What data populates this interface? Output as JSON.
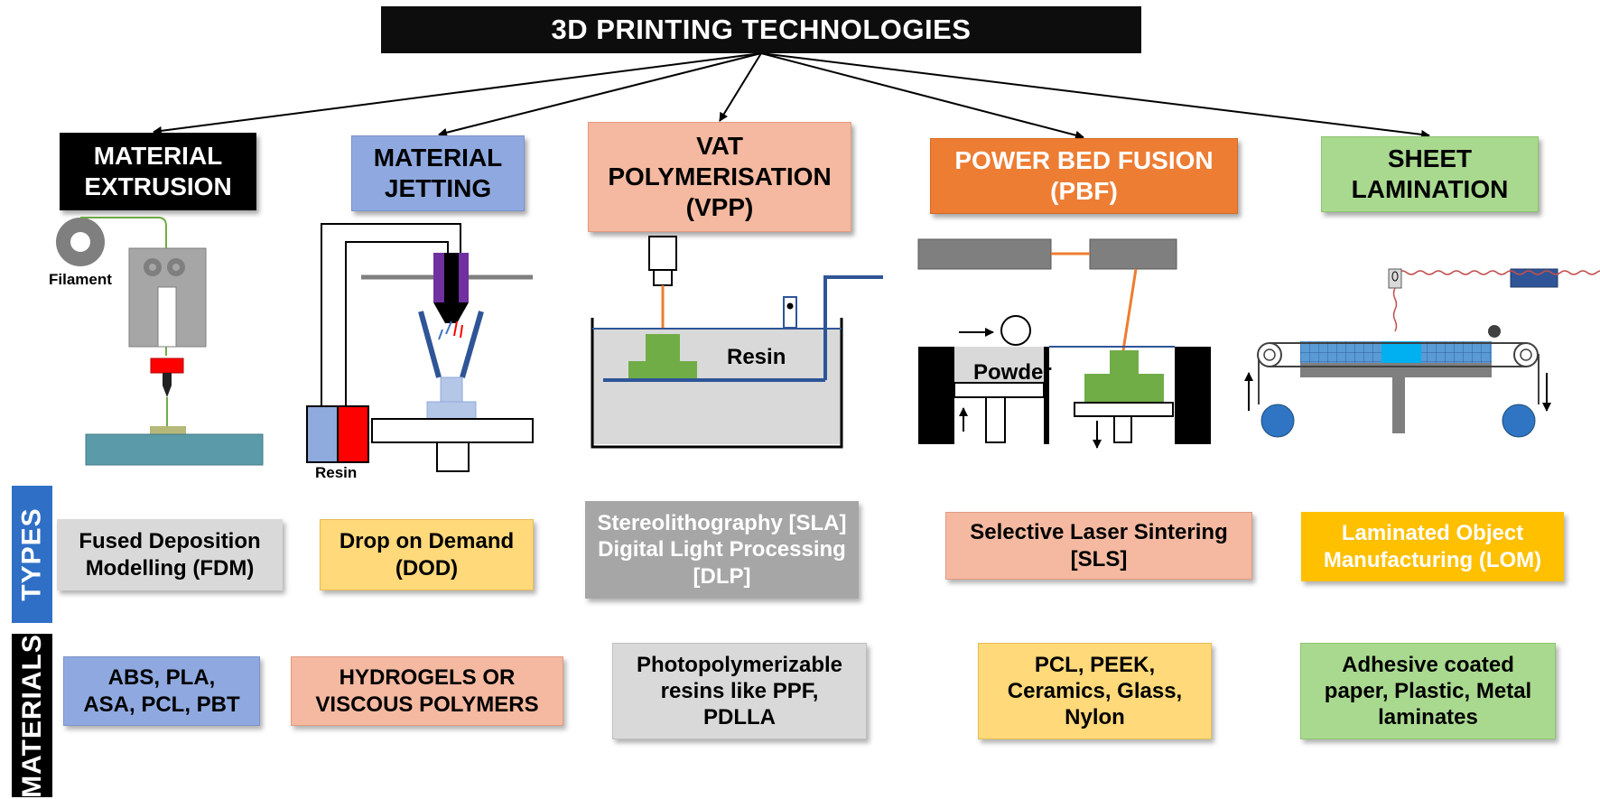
{
  "title": "3D PRINTING TECHNOLOGIES",
  "categories": [
    {
      "line1": "MATERIAL",
      "line2": "EXTRUSION",
      "line3": ""
    },
    {
      "line1": "MATERIAL",
      "line2": "JETTING",
      "line3": ""
    },
    {
      "line1": "VAT",
      "line2": "POLYMERISATION",
      "line3": "(VPP)"
    },
    {
      "line1": "POWER BED FUSION",
      "line2": "(PBF)",
      "line3": ""
    },
    {
      "line1": "SHEET",
      "line2": "LAMINATION",
      "line3": ""
    }
  ],
  "illustration_labels": {
    "filament": "Filament",
    "resin_jetting": "Resin",
    "resin_vat": "Resin",
    "powder": "Powder"
  },
  "row_labels": {
    "types": "TYPES",
    "materials": "MATERIALS"
  },
  "types": [
    {
      "line1": "Fused Deposition",
      "line2": "Modelling (FDM)",
      "line3": ""
    },
    {
      "line1": "Drop on Demand",
      "line2": "(DOD)",
      "line3": ""
    },
    {
      "line1": "Stereolithography [SLA]",
      "line2": "Digital Light Processing",
      "line3": "[DLP]"
    },
    {
      "line1": "Selective Laser Sintering",
      "line2": "[SLS]",
      "line3": ""
    },
    {
      "line1": "Laminated Object",
      "line2": "Manufacturing (LOM)",
      "line3": ""
    }
  ],
  "materials": [
    {
      "line1": "ABS, PLA,",
      "line2": "ASA, PCL, PBT",
      "line3": ""
    },
    {
      "line1": "HYDROGELS OR",
      "line2": "VISCOUS POLYMERS",
      "line3": ""
    },
    {
      "line1": "Photopolymerizable",
      "line2": "resins like PPF,",
      "line3": "PDLLA"
    },
    {
      "line1": "PCL, PEEK,",
      "line2": "Ceramics, Glass,",
      "line3": "Nylon"
    },
    {
      "line1": "Adhesive coated",
      "line2": "paper, Plastic, Metal",
      "line3": "laminates"
    }
  ]
}
